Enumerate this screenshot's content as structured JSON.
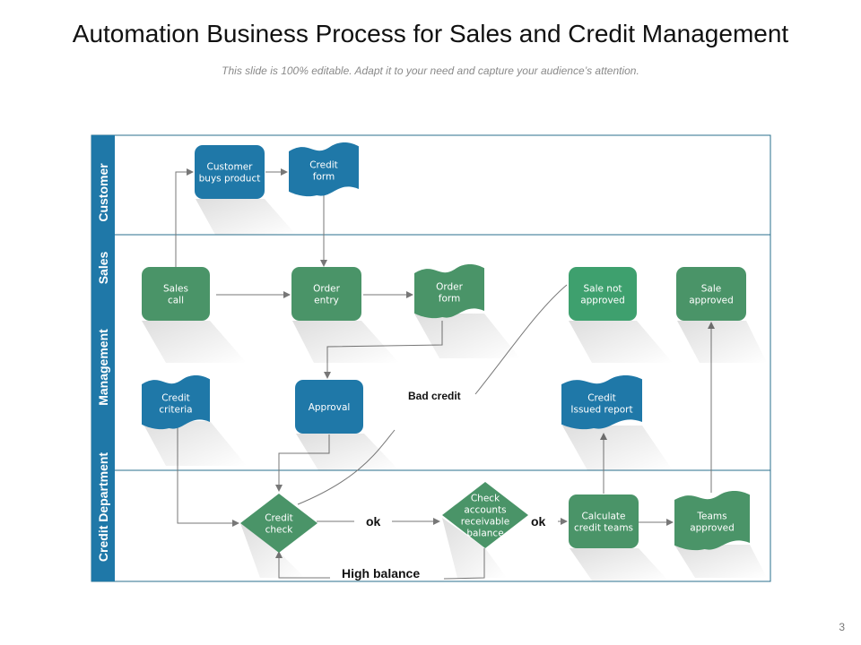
{
  "header": {
    "title": "Automation Business Process for Sales and Credit Management",
    "subtitle": "This slide is 100% editable. Adapt it to your need and capture your audience’s attention."
  },
  "page_number": "3",
  "colors": {
    "blue": "#1f78a8",
    "green": "#4a9468",
    "green_light": "#3ea06e",
    "lane_border": "#2a6f8c",
    "connector": "#777777"
  },
  "lanes": [
    {
      "id": "customer",
      "label": "Customer"
    },
    {
      "id": "sales",
      "label": "Sales"
    },
    {
      "id": "management",
      "label": "Management"
    },
    {
      "id": "credit",
      "label": "Credit Department"
    }
  ],
  "nodes": {
    "customer_buys": {
      "lines": [
        "Customer",
        "buys product"
      ],
      "shape": "rounded-rect",
      "color": "blue"
    },
    "credit_form": {
      "lines": [
        "Credit",
        "form"
      ],
      "shape": "document",
      "color": "blue"
    },
    "sales_call": {
      "lines": [
        "Sales",
        "call"
      ],
      "shape": "rounded-rect",
      "color": "green"
    },
    "order_entry": {
      "lines": [
        "Order",
        "entry"
      ],
      "shape": "rounded-rect",
      "color": "green"
    },
    "order_form": {
      "lines": [
        "Order",
        "form"
      ],
      "shape": "document",
      "color": "green"
    },
    "sale_not_approved": {
      "lines": [
        "Sale not",
        "approved"
      ],
      "shape": "rounded-rect",
      "color": "green_light"
    },
    "sale_approved": {
      "lines": [
        "Sale",
        "approved"
      ],
      "shape": "rounded-rect",
      "color": "green"
    },
    "credit_criteria": {
      "lines": [
        "Credit",
        "criteria"
      ],
      "shape": "document",
      "color": "blue"
    },
    "approval": {
      "lines": [
        "Approval"
      ],
      "shape": "rounded-rect",
      "color": "blue"
    },
    "credit_issued_report": {
      "lines": [
        "Credit",
        "Issued report"
      ],
      "shape": "document",
      "color": "blue"
    },
    "credit_check": {
      "lines": [
        "Credit",
        "check"
      ],
      "shape": "diamond",
      "color": "green"
    },
    "check_accounts": {
      "lines": [
        "Check",
        "accounts",
        "receivable",
        "balance"
      ],
      "shape": "diamond",
      "color": "green"
    },
    "calculate_credit": {
      "lines": [
        "Calculate",
        "credit teams"
      ],
      "shape": "rounded-rect",
      "color": "green"
    },
    "teams_approved": {
      "lines": [
        "Teams",
        "approved"
      ],
      "shape": "document",
      "color": "green"
    }
  },
  "edge_labels": {
    "bad_credit": "Bad credit",
    "ok_1": "ok",
    "ok_2": "ok",
    "high_balance": "High balance"
  }
}
